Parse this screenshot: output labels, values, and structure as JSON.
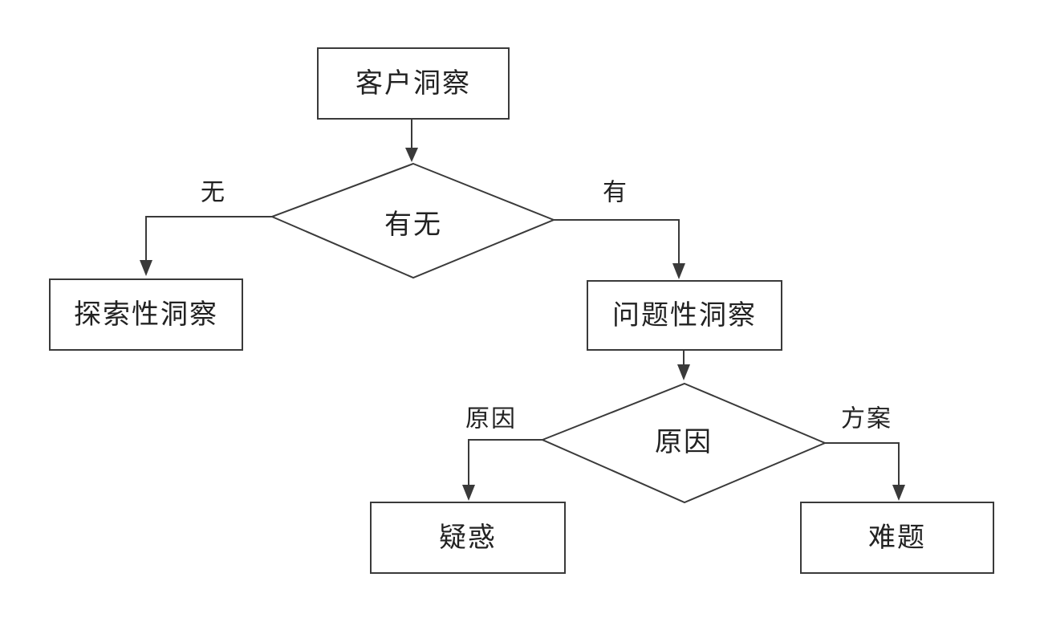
{
  "nodes": {
    "customer_insight": "客户洞察",
    "decision_existence": "有无",
    "exploratory_insight": "探索性洞察",
    "problem_insight": "问题性洞察",
    "decision_cause": "原因",
    "doubt": "疑惑",
    "difficulty": "难题"
  },
  "edges": {
    "no": "无",
    "yes": "有",
    "cause": "原因",
    "solution": "方案"
  },
  "colors": {
    "stroke": "#3a3a3a",
    "text": "#222222",
    "background": "#ffffff"
  }
}
